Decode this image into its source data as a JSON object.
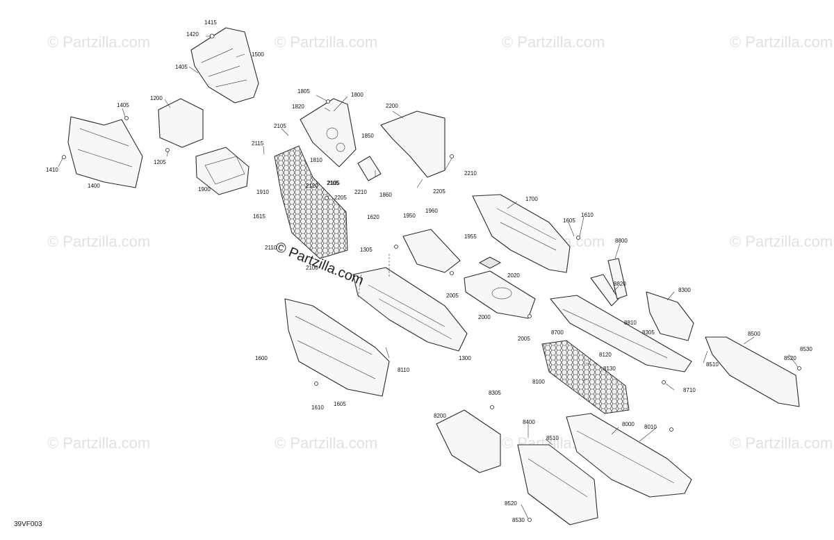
{
  "diagram_code": "39VF003",
  "watermark_text": "© Partzilla.com",
  "callouts": [
    "1415",
    "1420",
    "1500",
    "1405",
    "1200",
    "1405",
    "1410",
    "1400",
    "1205",
    "1900",
    "1805",
    "1800",
    "1820",
    "2105",
    "2115",
    "1810",
    "2105",
    "1850",
    "2200",
    "2210",
    "1860",
    "2205",
    "2120",
    "2105",
    "2210",
    "1910",
    "2205",
    "1620",
    "1615",
    "2110",
    "2100",
    "1305",
    "1950",
    "1960",
    "1955",
    "1700",
    "1605",
    "1610",
    "8800",
    "2020",
    "2005",
    "2000",
    "2005",
    "8820",
    "8300",
    "8810",
    "8305",
    "8700",
    "8120",
    "8130",
    "8100",
    "8710",
    "1300",
    "1600",
    "8110",
    "1610",
    "1605",
    "8500",
    "8530",
    "8520",
    "8510",
    "8305",
    "8200",
    "8400",
    "8000",
    "8010",
    "8510",
    "8520",
    "8530"
  ]
}
